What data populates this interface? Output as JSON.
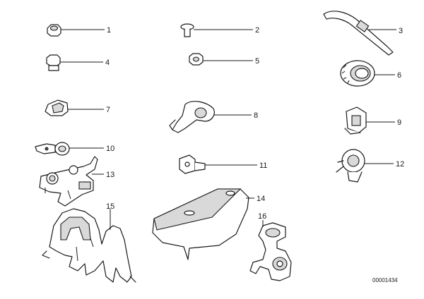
{
  "callouts": [
    "1",
    "2",
    "3",
    "4",
    "5",
    "6",
    "7",
    "8",
    "9",
    "10",
    "11",
    "12",
    "13",
    "14",
    "15",
    "16"
  ],
  "drawing_number": "00001434"
}
